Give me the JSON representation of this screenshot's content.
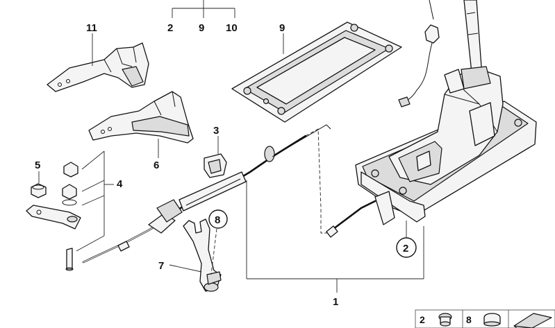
{
  "labels": {
    "l11": "11",
    "l2top": "2",
    "l9top": "9",
    "l10top": "10",
    "l9frame": "9",
    "l6": "6",
    "l3": "3",
    "l5": "5",
    "l4": "4",
    "l8": "8",
    "l7": "7",
    "l2circle": "2",
    "l1": "1"
  },
  "legend": {
    "n2": "2",
    "n8": "8"
  }
}
